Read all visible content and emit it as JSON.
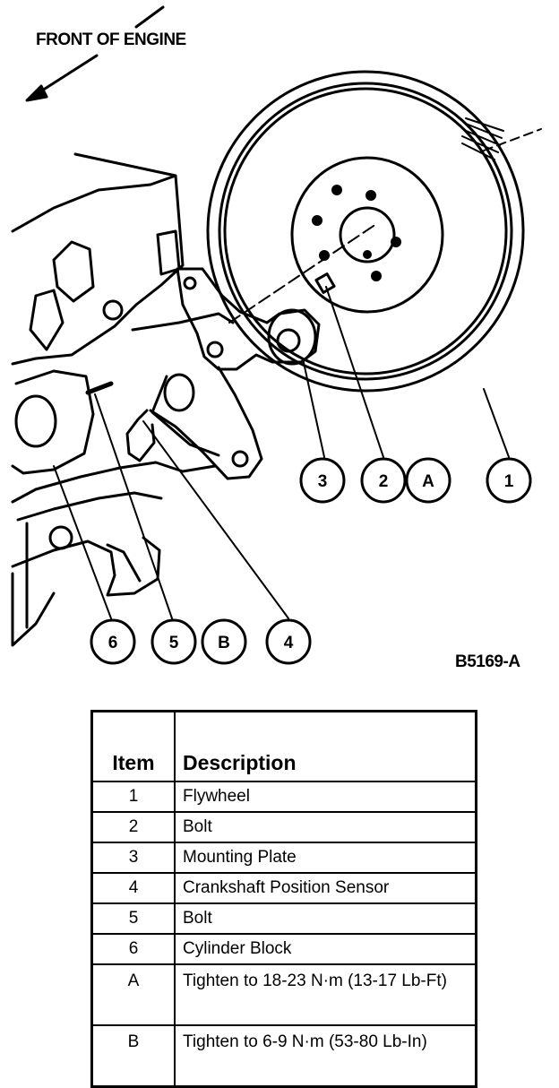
{
  "diagram": {
    "direction_label": "FRONT OF ENGINE",
    "figure_id": "B5169-A",
    "callouts": [
      "1",
      "2",
      "A",
      "3",
      "6",
      "5",
      "B",
      "4"
    ]
  },
  "legend": {
    "headers": {
      "item": "Item",
      "description": "Description"
    },
    "rows": [
      {
        "item": "1",
        "description": "Flywheel"
      },
      {
        "item": "2",
        "description": "Bolt"
      },
      {
        "item": "3",
        "description": "Mounting Plate"
      },
      {
        "item": "4",
        "description": "Crankshaft Position Sensor"
      },
      {
        "item": "5",
        "description": "Bolt"
      },
      {
        "item": "6",
        "description": "Cylinder Block"
      },
      {
        "item": "A",
        "description": "Tighten to 18-23 N·m (13-17 Lb-Ft)"
      },
      {
        "item": "B",
        "description": "Tighten to 6-9 N·m (53-80 Lb-In)"
      }
    ]
  }
}
